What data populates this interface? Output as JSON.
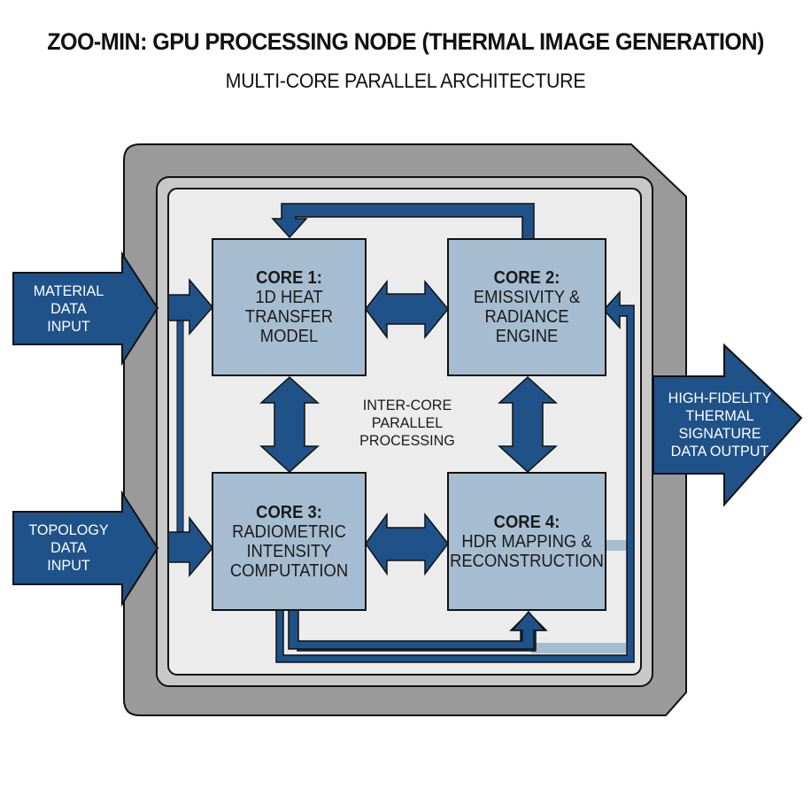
{
  "header": {
    "title": "ZOO-MIN: GPU PROCESSING NODE (THERMAL IMAGE GENERATION)",
    "subtitle": "MULTI-CORE PARALLEL ARCHITECTURE"
  },
  "colors": {
    "arrow_blue": "#1f5289",
    "core_fill": "#a6bdd1",
    "outer_chassis": "#9a9a9a",
    "inner_frame": "#c8c8c8",
    "board": "#ececec",
    "stroke": "#111111"
  },
  "inputs": [
    {
      "id": "material",
      "lines": [
        "MATERIAL",
        "DATA",
        "INPUT"
      ]
    },
    {
      "id": "topology",
      "lines": [
        "TOPOLOGY",
        "DATA",
        "INPUT"
      ]
    }
  ],
  "output": {
    "lines": [
      "HIGH-FIDELITY",
      "THERMAL",
      "SIGNATURE",
      "DATA OUTPUT"
    ]
  },
  "cores": [
    {
      "head": "CORE 1:",
      "lines": [
        "1D HEAT",
        "TRANSFER",
        "MODEL"
      ]
    },
    {
      "head": "CORE 2:",
      "lines": [
        "EMISSIVITY &",
        "RADIANCE",
        "ENGINE"
      ]
    },
    {
      "head": "CORE 3:",
      "lines": [
        "RADIOMETRIC",
        "INTENSITY",
        "COMPUTATION"
      ]
    },
    {
      "head": "CORE 4:",
      "lines": [
        "HDR MAPPING &",
        "RECONSTRUCTION"
      ]
    }
  ],
  "center_label": {
    "lines": [
      "INTER-CORE",
      "PARALLEL",
      "PROCESSING"
    ]
  }
}
